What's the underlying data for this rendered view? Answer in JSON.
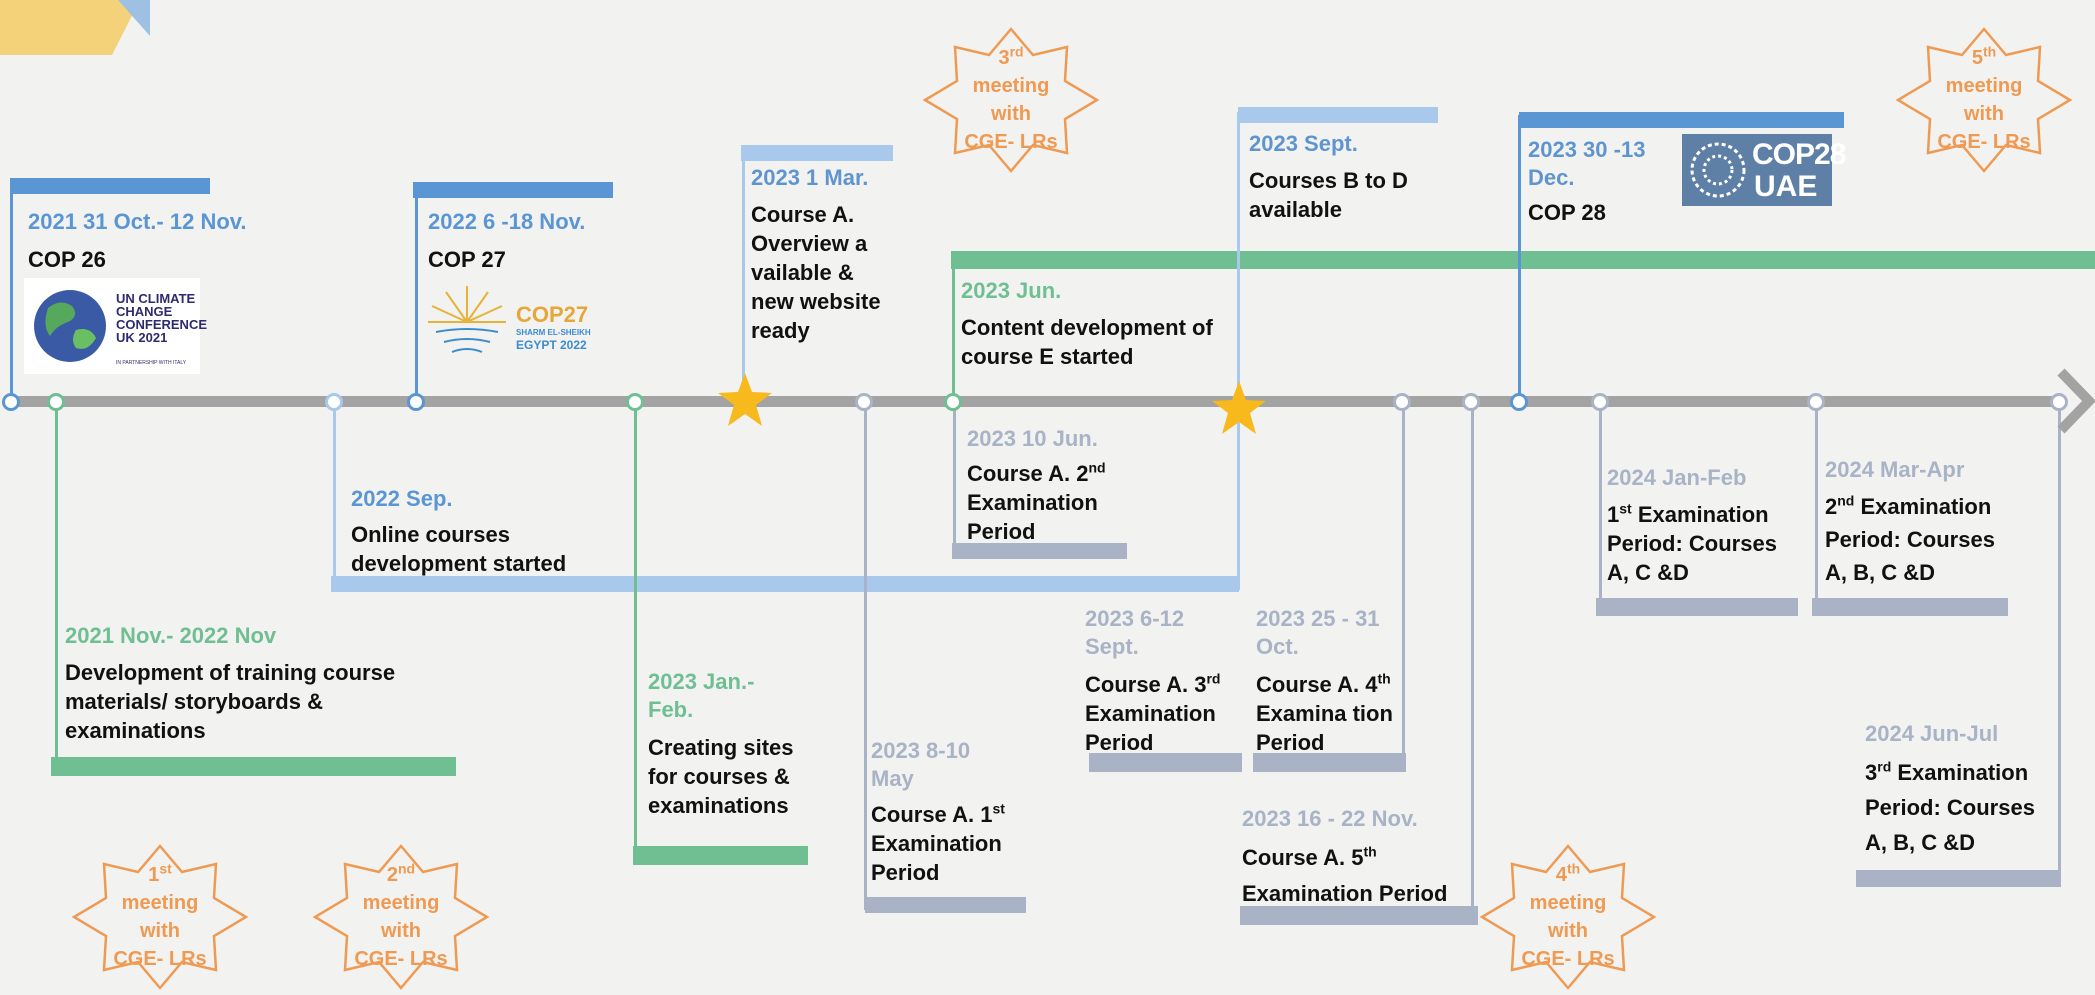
{
  "events_top": [
    {
      "date": "2021 31 Oct.- 12 Nov.",
      "desc": "COP 26"
    },
    {
      "date": "2022 6 -18 Nov.",
      "desc": "COP 27"
    },
    {
      "date": "2023 1 Mar.",
      "desc": "Course A. Overview  a vailable & new website ready"
    },
    {
      "date": "2023 Jun.",
      "desc": "Content development of course E started"
    },
    {
      "date": "2023 Sept.",
      "desc": "Courses B to D available"
    },
    {
      "date": "2023 30 -13 Dec.",
      "desc": "COP 28"
    }
  ],
  "events_bottom": [
    {
      "date": "2021 Nov.- 2022 Nov",
      "desc": "Development of training course materials/ storyboards & examinations"
    },
    {
      "date": "2022 Sep.",
      "desc": "Online courses development started"
    },
    {
      "date": "2023 Jan.- Feb.",
      "desc": "Creating sites for courses & examinations"
    },
    {
      "date": "2023 8-10 May",
      "desc_pre": "Course A. 1",
      "desc_sup": "st",
      "desc_post": " Examination Period"
    },
    {
      "date": "2023 10 Jun.",
      "desc_pre": "Course A. 2",
      "desc_sup": "nd",
      "desc_post": " Examination Period"
    },
    {
      "date": "2023 6-12 Sept.",
      "desc_pre": "Course A. 3",
      "desc_sup": "rd",
      "desc_post": " Examination Period"
    },
    {
      "date": "2023 25 - 31 Oct.",
      "desc_pre": "Course A. 4",
      "desc_sup": "th",
      "desc_post": " Examina tion Period"
    },
    {
      "date": "2023 16 - 22 Nov.",
      "desc_pre": "Course A. 5",
      "desc_sup": "th",
      "desc_post": " Examination Period"
    },
    {
      "date": "2024 Jan-Feb",
      "desc_pre": "1",
      "desc_sup": "st",
      "desc_post": " Examination Period: Courses A, C &D"
    },
    {
      "date": "2024 Mar-Apr",
      "desc_pre": "2",
      "desc_sup": "nd",
      "desc_post": " Examination Period: Courses A, B, C &D"
    },
    {
      "date": "2024 Jun-Jul",
      "desc_pre": "3",
      "desc_sup": "rd",
      "desc_post": " Examination Period: Courses A, B, C &D"
    }
  ],
  "meetings": [
    {
      "num": "1",
      "sup": "st",
      "line1": "meeting",
      "line2": "with",
      "line3": "CGE- LRs"
    },
    {
      "num": "2",
      "sup": "nd",
      "line1": "meeting",
      "line2": "with",
      "line3": "CGE- LRs"
    },
    {
      "num": "3",
      "sup": "rd",
      "line1": "meeting",
      "line2": "with",
      "line3": "CGE- LRs"
    },
    {
      "num": "4",
      "sup": "th",
      "line1": "meeting",
      "line2": "with",
      "line3": "CGE- LRs"
    },
    {
      "num": "5",
      "sup": "th",
      "line1": "meeting",
      "line2": "with",
      "line3": "CGE- LRs"
    }
  ],
  "logos": {
    "cop26": {
      "line1": "UN CLIMATE",
      "line2": "CHANGE",
      "line3": "CONFERENCE",
      "line4": "UK 2021",
      "small": "IN PARTNERSHIP WITH ITALY"
    },
    "cop27": {
      "title": "COP27",
      "sub1": "SHARM EL-SHEIKH",
      "sub2": "EGYPT 2022"
    },
    "cop28": {
      "title": "COP28",
      "sub": "UAE"
    }
  },
  "colors": {
    "blue": "#5b96d4",
    "green": "#6fbf93",
    "grey": "#a8b3c6",
    "orange": "#ef9a52",
    "star": "#f7b91b",
    "timeline": "#a3a3a3"
  }
}
